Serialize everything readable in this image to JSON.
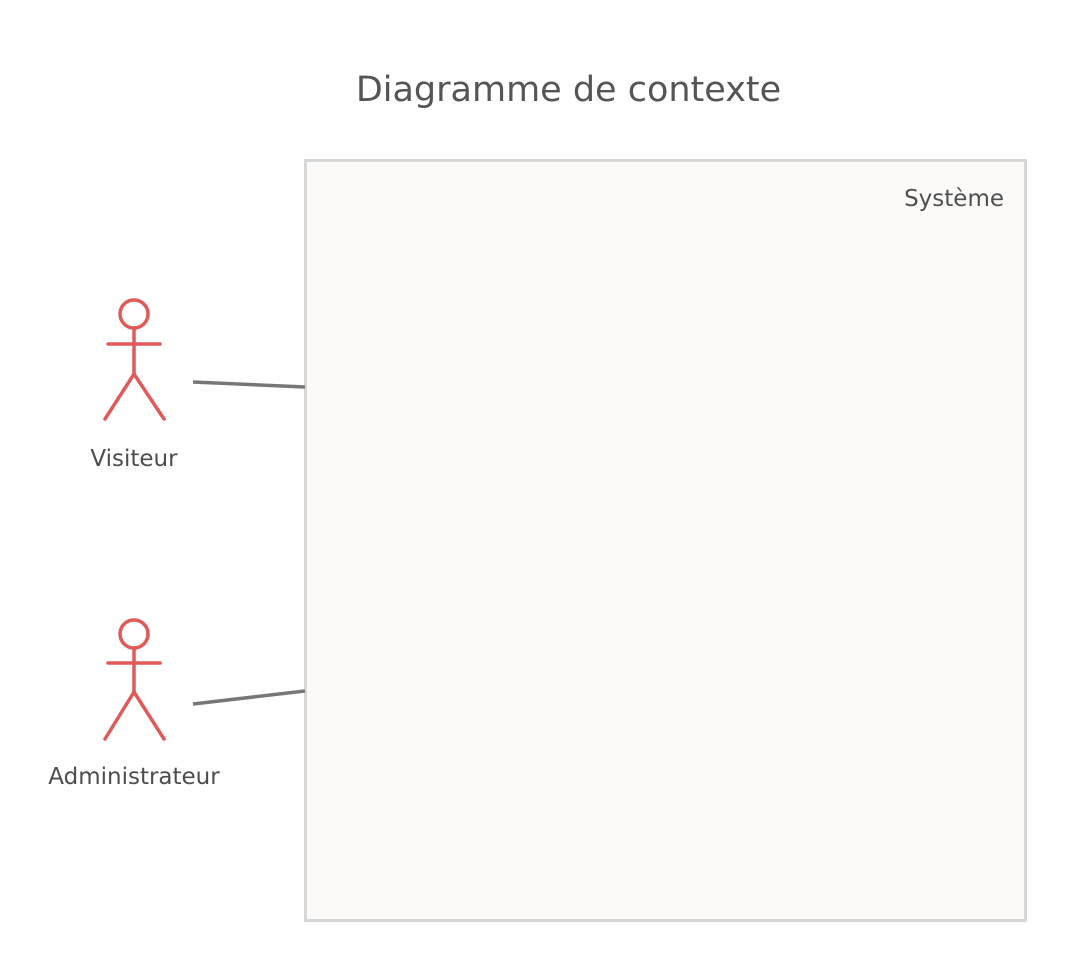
{
  "diagram": {
    "title": "Diagramme de contexte",
    "system": {
      "label": "Système"
    },
    "actors": [
      {
        "label": "Visiteur"
      },
      {
        "label": "Administrateur"
      }
    ],
    "colors": {
      "actor": "#e05a5a",
      "connector": "#777777",
      "system_border": "#d7d7d7",
      "system_fill": "#fbfaf9"
    }
  }
}
